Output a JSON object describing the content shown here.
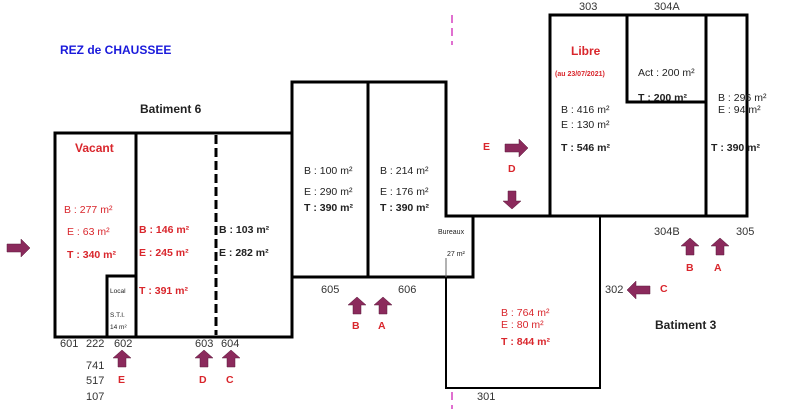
{
  "title": "REZ de CHAUSSEE",
  "colors": {
    "wall": "#000000",
    "red": "#d9262c",
    "arrow": "#8b2a5c",
    "axis": "#e070d0",
    "title": "#1a1adb"
  },
  "batiment6": {
    "label": "Batiment 6",
    "vacant": {
      "status": "Vacant",
      "b": "B : 277 m²",
      "e": "E :  63 m²",
      "t": "T : 340 m²"
    },
    "local": {
      "l1": "Local",
      "l2": "S.T.I.",
      "l3": "14 m²"
    },
    "lot603": {
      "b": "B : 146 m²",
      "e": "E : 245 m²",
      "t": "T : 391 m²"
    },
    "lot604": {
      "b": "B : 103 m²",
      "e": "E : 282 m²"
    },
    "lot605": {
      "b": "B : 100 m²",
      "e": "E : 290 m²",
      "t": "T : 390 m²"
    },
    "lot606": {
      "b": "B : 214 m²",
      "e": "E : 176 m²",
      "t": "T : 390 m²"
    },
    "bureaux": {
      "l1": "Bureaux",
      "l2": "27 m²"
    }
  },
  "batiment3": {
    "label": "Batiment 3",
    "lot303": {
      "status": "Libre",
      "date": "(au 23/07/2021)",
      "b": "B : 416 m²",
      "e": "E : 130 m²",
      "t": "T : 546 m²"
    },
    "lot304A": {
      "act": "Act : 200 m²",
      "t": "T : 200 m²"
    },
    "lot305": {
      "b": "B : 296 m²",
      "e": "E :   94 m²",
      "t": "T :  390  m²"
    },
    "lot301": {
      "b": "B : 764 m²",
      "e": "E :   80 m²",
      "t": "T : 844 m²"
    }
  },
  "numbers": [
    "601",
    "222",
    "602",
    "603",
    "604",
    "605",
    "606",
    "303",
    "304A",
    "304B",
    "305",
    "302",
    "301"
  ],
  "stacked": [
    "741",
    "517",
    "107"
  ],
  "access": {
    "e1": "E",
    "d1": "D",
    "c1": "C",
    "b1": "B",
    "a1": "A",
    "e2": "E",
    "d2": "D",
    "b2": "B",
    "a2": "A",
    "c2": "C"
  }
}
